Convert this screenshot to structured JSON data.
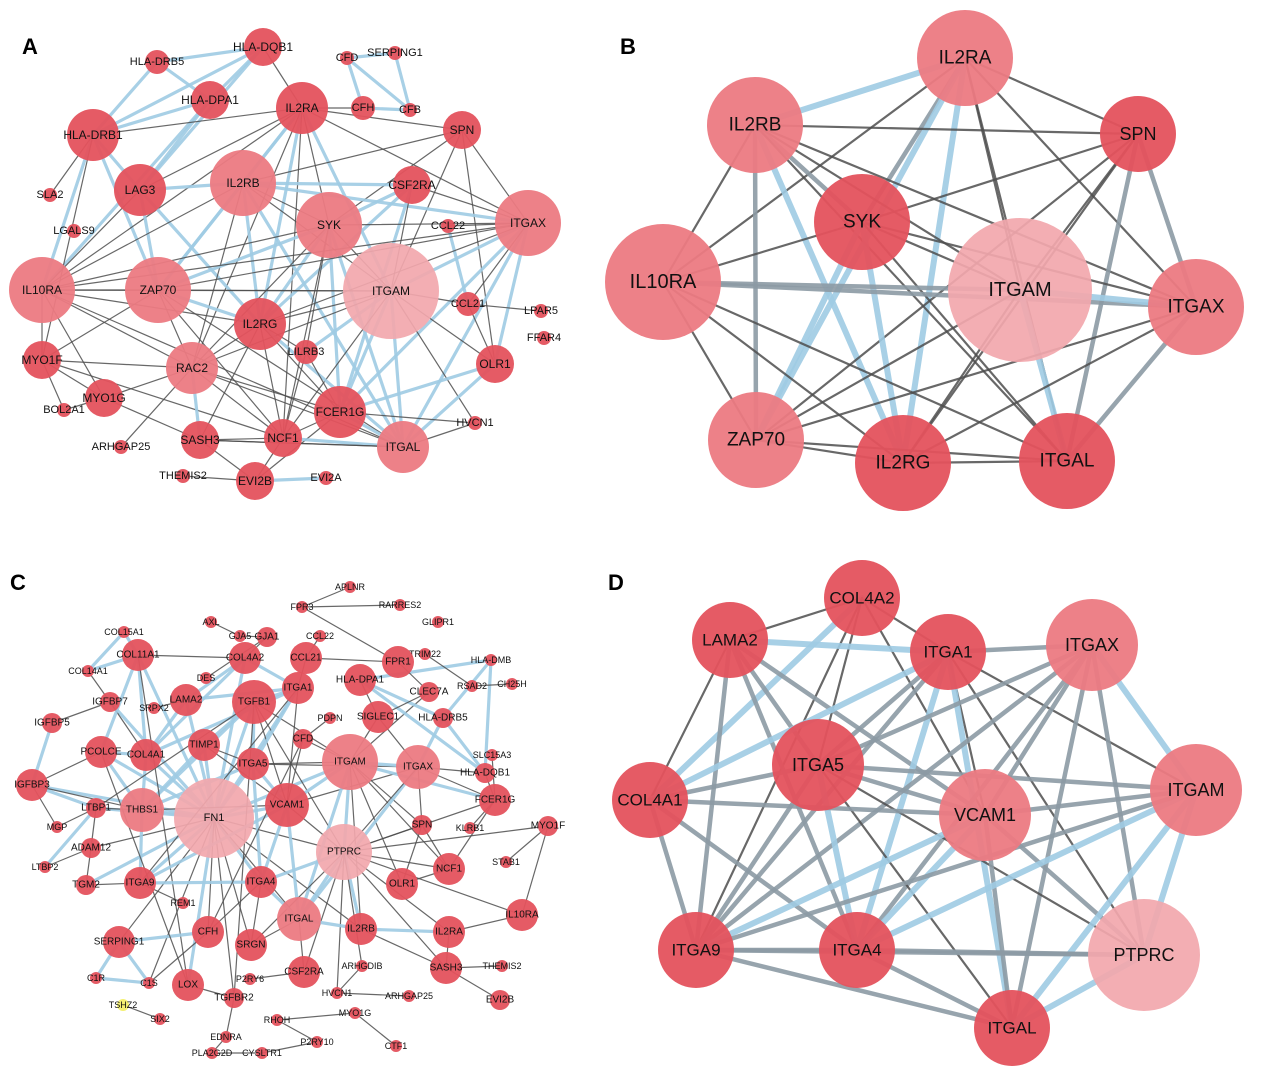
{
  "colors": {
    "node_dark": "#e4525d",
    "node_mid": "#ec7a82",
    "node_light": "#f2a7ad",
    "node_yellow": "#f3ef6a",
    "edge_gray": "#4d4d4d",
    "edge_blue": "#9ecbe3",
    "edge_mid": "#8c9aa4"
  },
  "panels": [
    {
      "letter": "A",
      "nodes": [
        {
          "id": "HLA-DQB1",
          "label": "HLA-DQB1",
          "s": 2,
          "c": "d"
        },
        {
          "id": "HLA-DRB5",
          "label": "HLA-DRB5",
          "s": 1,
          "c": "d"
        },
        {
          "id": "HLA-DPA1",
          "label": "HLA-DPA1",
          "s": 2,
          "c": "d"
        },
        {
          "id": "CFD",
          "label": "CFD",
          "s": 0,
          "c": "d"
        },
        {
          "id": "SERPING1",
          "label": "SERPING1",
          "s": 0,
          "c": "d"
        },
        {
          "id": "CFH",
          "label": "CFH",
          "s": 1,
          "c": "d"
        },
        {
          "id": "CFB",
          "label": "CFB",
          "s": 0,
          "c": "d"
        },
        {
          "id": "IL2RA",
          "label": "IL2RA",
          "s": 3,
          "c": "d"
        },
        {
          "id": "SPN",
          "label": "SPN",
          "s": 2,
          "c": "d"
        },
        {
          "id": "HLA-DRB1",
          "label": "HLA-DRB1",
          "s": 3,
          "c": "d"
        },
        {
          "id": "SLA2",
          "label": "SLA2",
          "s": 0,
          "c": "d"
        },
        {
          "id": "LAG3",
          "label": "LAG3",
          "s": 3,
          "c": "d"
        },
        {
          "id": "IL2RB",
          "label": "IL2RB",
          "s": 4,
          "c": "m"
        },
        {
          "id": "CSF2RA",
          "label": "CSF2RA",
          "s": 2,
          "c": "d"
        },
        {
          "id": "LGALS9",
          "label": "LGALS9",
          "s": 0,
          "c": "d"
        },
        {
          "id": "SYK",
          "label": "SYK",
          "s": 4,
          "c": "m"
        },
        {
          "id": "CCL22",
          "label": "CCL22",
          "s": 0,
          "c": "d"
        },
        {
          "id": "ITGAX",
          "label": "ITGAX",
          "s": 4,
          "c": "m"
        },
        {
          "id": "IL10RA",
          "label": "IL10RA",
          "s": 4,
          "c": "m"
        },
        {
          "id": "ZAP70",
          "label": "ZAP70",
          "s": 4,
          "c": "m"
        },
        {
          "id": "ITGAM",
          "label": "ITGAM",
          "s": 5,
          "c": "l"
        },
        {
          "id": "CCL21",
          "label": "CCL21",
          "s": 1,
          "c": "d"
        },
        {
          "id": "LPAR5",
          "label": "LPAR5",
          "s": 0,
          "c": "d"
        },
        {
          "id": "FFAR4",
          "label": "FFAR4",
          "s": 0,
          "c": "d"
        },
        {
          "id": "IL2RG",
          "label": "IL2RG",
          "s": 3,
          "c": "d"
        },
        {
          "id": "MYO1F",
          "label": "MYO1F",
          "s": 2,
          "c": "d"
        },
        {
          "id": "RAC2",
          "label": "RAC2",
          "s": 3,
          "c": "m"
        },
        {
          "id": "LILRB3",
          "label": "LILRB3",
          "s": 1,
          "c": "d"
        },
        {
          "id": "OLR1",
          "label": "OLR1",
          "s": 2,
          "c": "d"
        },
        {
          "id": "MYO1G",
          "label": "MYO1G",
          "s": 2,
          "c": "d"
        },
        {
          "id": "BOL2A1",
          "label": "BOL2A1",
          "s": 0,
          "c": "d"
        },
        {
          "id": "FCER1G",
          "label": "FCER1G",
          "s": 3,
          "c": "d"
        },
        {
          "id": "HVCN1",
          "label": "HVCN1",
          "s": 0,
          "c": "d"
        },
        {
          "id": "ARHGAP25",
          "label": "ARHGAP25",
          "s": 0,
          "c": "d"
        },
        {
          "id": "SASH3",
          "label": "SASH3",
          "s": 2,
          "c": "d"
        },
        {
          "id": "NCF1",
          "label": "NCF1",
          "s": 2,
          "c": "d"
        },
        {
          "id": "ITGAL",
          "label": "ITGAL",
          "s": 3,
          "c": "m"
        },
        {
          "id": "THEMIS2",
          "label": "THEMIS2",
          "s": 0,
          "c": "d"
        },
        {
          "id": "EVI2B",
          "label": "EVI2B",
          "s": 2,
          "c": "d"
        },
        {
          "id": "EVI2A",
          "label": "EVI2A",
          "s": 0,
          "c": "d"
        }
      ]
    },
    {
      "letter": "B",
      "nodes": [
        {
          "id": "IL2RA",
          "label": "IL2RA",
          "s": 6,
          "c": "m"
        },
        {
          "id": "IL2RB",
          "label": "IL2RB",
          "s": 6,
          "c": "m"
        },
        {
          "id": "SPN",
          "label": "SPN",
          "s": 5,
          "c": "d"
        },
        {
          "id": "SYK",
          "label": "SYK",
          "s": 6,
          "c": "d"
        },
        {
          "id": "IL10RA",
          "label": "IL10RA",
          "s": 7,
          "c": "m"
        },
        {
          "id": "ITGAM",
          "label": "ITGAM",
          "s": 8,
          "c": "l"
        },
        {
          "id": "ITGAX",
          "label": "ITGAX",
          "s": 6,
          "c": "m"
        },
        {
          "id": "ZAP70",
          "label": "ZAP70",
          "s": 6,
          "c": "m"
        },
        {
          "id": "IL2RG",
          "label": "IL2RG",
          "s": 6,
          "c": "d"
        },
        {
          "id": "ITGAL",
          "label": "ITGAL",
          "s": 6,
          "c": "d"
        }
      ]
    },
    {
      "letter": "C",
      "nodes": [
        {
          "id": "APLNR",
          "label": "APLNR",
          "s": 0,
          "c": "d"
        },
        {
          "id": "RARRES2",
          "label": "RARRES2",
          "s": 0,
          "c": "d"
        },
        {
          "id": "FPR3",
          "label": "FPR3",
          "s": 0,
          "c": "d"
        },
        {
          "id": "GLIPR1",
          "label": "GLIPR1",
          "s": 0,
          "c": "d"
        },
        {
          "id": "AXL",
          "label": "AXL",
          "s": 0,
          "c": "d"
        },
        {
          "id": "GJA5",
          "label": "GJA5",
          "s": 0,
          "c": "d"
        },
        {
          "id": "GJA1",
          "label": "GJA1",
          "s": 1,
          "c": "d"
        },
        {
          "id": "COL15A1",
          "label": "COL15A1",
          "s": 0,
          "c": "d"
        },
        {
          "id": "CCL22",
          "label": "CCL22",
          "s": 0,
          "c": "d"
        },
        {
          "id": "TRIM22",
          "label": "TRIM22",
          "s": 0,
          "c": "d"
        },
        {
          "id": "COL11A1",
          "label": "COL11A1",
          "s": 2,
          "c": "d"
        },
        {
          "id": "COL4A2",
          "label": "COL4A2",
          "s": 2,
          "c": "d"
        },
        {
          "id": "CCL21",
          "label": "CCL21",
          "s": 2,
          "c": "d"
        },
        {
          "id": "FPR1",
          "label": "FPR1",
          "s": 2,
          "c": "d"
        },
        {
          "id": "HLA-DMB",
          "label": "HLA-DMB",
          "s": 0,
          "c": "d"
        },
        {
          "id": "COL14A1",
          "label": "COL14A1",
          "s": 0,
          "c": "d"
        },
        {
          "id": "DES",
          "label": "DES",
          "s": 0,
          "c": "d"
        },
        {
          "id": "ITGA1",
          "label": "ITGA1",
          "s": 2,
          "c": "d"
        },
        {
          "id": "HLA-DPA1",
          "label": "HLA-DPA1",
          "s": 2,
          "c": "d"
        },
        {
          "id": "CLEC7A",
          "label": "CLEC7A",
          "s": 1,
          "c": "d"
        },
        {
          "id": "RSAD2",
          "label": "RSAD2",
          "s": 0,
          "c": "d"
        },
        {
          "id": "CH25H",
          "label": "CH25H",
          "s": 0,
          "c": "d"
        },
        {
          "id": "IGFBP7",
          "label": "IGFBP7",
          "s": 1,
          "c": "d"
        },
        {
          "id": "SRPX2",
          "label": "SRPX2",
          "s": 0,
          "c": "d"
        },
        {
          "id": "LAMA2",
          "label": "LAMA2",
          "s": 2,
          "c": "d"
        },
        {
          "id": "TGFB1",
          "label": "TGFB1",
          "s": 3,
          "c": "d"
        },
        {
          "id": "PDPN",
          "label": "PDPN",
          "s": 0,
          "c": "d"
        },
        {
          "id": "SIGLEC1",
          "label": "SIGLEC1",
          "s": 2,
          "c": "d"
        },
        {
          "id": "HLA-DRB5",
          "label": "HLA-DRB5",
          "s": 1,
          "c": "d"
        },
        {
          "id": "IGFBP5",
          "label": "IGFBP5",
          "s": 1,
          "c": "d"
        },
        {
          "id": "PCOLCE",
          "label": "PCOLCE",
          "s": 2,
          "c": "d"
        },
        {
          "id": "COL4A1",
          "label": "COL4A1",
          "s": 2,
          "c": "d"
        },
        {
          "id": "TIMP1",
          "label": "TIMP1",
          "s": 2,
          "c": "d"
        },
        {
          "id": "CFD",
          "label": "CFD",
          "s": 1,
          "c": "d"
        },
        {
          "id": "SLC15A3",
          "label": "SLC15A3",
          "s": 0,
          "c": "d"
        },
        {
          "id": "ITGA5",
          "label": "ITGA5",
          "s": 2,
          "c": "d"
        },
        {
          "id": "ITGAM",
          "label": "ITGAM",
          "s": 4,
          "c": "m"
        },
        {
          "id": "ITGAX",
          "label": "ITGAX",
          "s": 3,
          "c": "m"
        },
        {
          "id": "HLA-DQB1",
          "label": "HLA-DQB1",
          "s": 1,
          "c": "d"
        },
        {
          "id": "IGFBP3",
          "label": "IGFBP3",
          "s": 2,
          "c": "d"
        },
        {
          "id": "FCER1G",
          "label": "FCER1G",
          "s": 2,
          "c": "d"
        },
        {
          "id": "VCAM1",
          "label": "VCAM1",
          "s": 3,
          "c": "d"
        },
        {
          "id": "LTBP1",
          "label": "LTBP1",
          "s": 1,
          "c": "d"
        },
        {
          "id": "THBS1",
          "label": "THBS1",
          "s": 3,
          "c": "m"
        },
        {
          "id": "FN1",
          "label": "FN1",
          "s": 5,
          "c": "l"
        },
        {
          "id": "MGP",
          "label": "MGP",
          "s": 0,
          "c": "d"
        },
        {
          "id": "SPN",
          "label": "SPN",
          "s": 1,
          "c": "d"
        },
        {
          "id": "KLRB1",
          "label": "KLRB1",
          "s": 0,
          "c": "d"
        },
        {
          "id": "MYO1F",
          "label": "MYO1F",
          "s": 1,
          "c": "d"
        },
        {
          "id": "PTPRC",
          "label": "PTPRC",
          "s": 4,
          "c": "l"
        },
        {
          "id": "ADAM12",
          "label": "ADAM12",
          "s": 1,
          "c": "d"
        },
        {
          "id": "STAB1",
          "label": "STAB1",
          "s": 0,
          "c": "d"
        },
        {
          "id": "LTBP2",
          "label": "LTBP2",
          "s": 0,
          "c": "d"
        },
        {
          "id": "NCF1",
          "label": "NCF1",
          "s": 2,
          "c": "d"
        },
        {
          "id": "ITGA9",
          "label": "ITGA9",
          "s": 2,
          "c": "d"
        },
        {
          "id": "ITGA4",
          "label": "ITGA4",
          "s": 2,
          "c": "d"
        },
        {
          "id": "OLR1",
          "label": "OLR1",
          "s": 2,
          "c": "d"
        },
        {
          "id": "TGM2",
          "label": "TGM2",
          "s": 1,
          "c": "d"
        },
        {
          "id": "REM1",
          "label": "REM1",
          "s": 0,
          "c": "d"
        },
        {
          "id": "ITGAL",
          "label": "ITGAL",
          "s": 3,
          "c": "m"
        },
        {
          "id": "IL2RB",
          "label": "IL2RB",
          "s": 2,
          "c": "d"
        },
        {
          "id": "IL2RA",
          "label": "IL2RA",
          "s": 2,
          "c": "d"
        },
        {
          "id": "IL10RA",
          "label": "IL10RA",
          "s": 2,
          "c": "d"
        },
        {
          "id": "CFH",
          "label": "CFH",
          "s": 2,
          "c": "d"
        },
        {
          "id": "SRGN",
          "label": "SRGN",
          "s": 2,
          "c": "d"
        },
        {
          "id": "SERPING1",
          "label": "SERPING1",
          "s": 2,
          "c": "d"
        },
        {
          "id": "ARHGDIB",
          "label": "ARHGDIB",
          "s": 0,
          "c": "d"
        },
        {
          "id": "SASH3",
          "label": "SASH3",
          "s": 2,
          "c": "d"
        },
        {
          "id": "THEMIS2",
          "label": "THEMIS2",
          "s": 0,
          "c": "d"
        },
        {
          "id": "P2RY6",
          "label": "P2RY6",
          "s": 0,
          "c": "d"
        },
        {
          "id": "CSF2RA",
          "label": "CSF2RA",
          "s": 2,
          "c": "d"
        },
        {
          "id": "C1R",
          "label": "C1R",
          "s": 0,
          "c": "d"
        },
        {
          "id": "C1S",
          "label": "C1S",
          "s": 0,
          "c": "d"
        },
        {
          "id": "LOX",
          "label": "LOX",
          "s": 2,
          "c": "d"
        },
        {
          "id": "TGFBR2",
          "label": "TGFBR2",
          "s": 1,
          "c": "d"
        },
        {
          "id": "HVCN1",
          "label": "HVCN1",
          "s": 0,
          "c": "d"
        },
        {
          "id": "ARHGAP25",
          "label": "ARHGAP25",
          "s": 0,
          "c": "d"
        },
        {
          "id": "EVI2B",
          "label": "EVI2B",
          "s": 1,
          "c": "d"
        },
        {
          "id": "TSHZ2",
          "label": "TSHZ2",
          "s": 0,
          "c": "y"
        },
        {
          "id": "SIX2",
          "label": "SIX2",
          "s": 0,
          "c": "d"
        },
        {
          "id": "RHOH",
          "label": "RHOH",
          "s": 0,
          "c": "d"
        },
        {
          "id": "MYO1G",
          "label": "MYO1G",
          "s": 0,
          "c": "d"
        },
        {
          "id": "EDNRA",
          "label": "EDNRA",
          "s": 0,
          "c": "d"
        },
        {
          "id": "P2RY10",
          "label": "P2RY10",
          "s": 0,
          "c": "d"
        },
        {
          "id": "CTF1",
          "label": "CTF1",
          "s": 0,
          "c": "d"
        },
        {
          "id": "PLA2G2D",
          "label": "PLA2G2D",
          "s": 0,
          "c": "d"
        },
        {
          "id": "CYSLTR1",
          "label": "CYSLTR1",
          "s": 0,
          "c": "d"
        }
      ]
    },
    {
      "letter": "D",
      "nodes": [
        {
          "id": "COL4A2",
          "label": "COL4A2",
          "s": 5,
          "c": "d"
        },
        {
          "id": "LAMA2",
          "label": "LAMA2",
          "s": 5,
          "c": "d"
        },
        {
          "id": "ITGA1",
          "label": "ITGA1",
          "s": 5,
          "c": "d"
        },
        {
          "id": "ITGAX",
          "label": "ITGAX",
          "s": 6,
          "c": "m"
        },
        {
          "id": "ITGA5",
          "label": "ITGA5",
          "s": 6,
          "c": "d"
        },
        {
          "id": "COL4A1",
          "label": "COL4A1",
          "s": 5,
          "c": "d"
        },
        {
          "id": "VCAM1",
          "label": "VCAM1",
          "s": 6,
          "c": "m"
        },
        {
          "id": "ITGAM",
          "label": "ITGAM",
          "s": 6,
          "c": "m"
        },
        {
          "id": "ITGA9",
          "label": "ITGA9",
          "s": 5,
          "c": "d"
        },
        {
          "id": "ITGA4",
          "label": "ITGA4",
          "s": 5,
          "c": "d"
        },
        {
          "id": "PTPRC",
          "label": "PTPRC",
          "s": 7,
          "c": "l"
        },
        {
          "id": "ITGAL",
          "label": "ITGAL",
          "s": 5,
          "c": "d"
        }
      ]
    }
  ]
}
